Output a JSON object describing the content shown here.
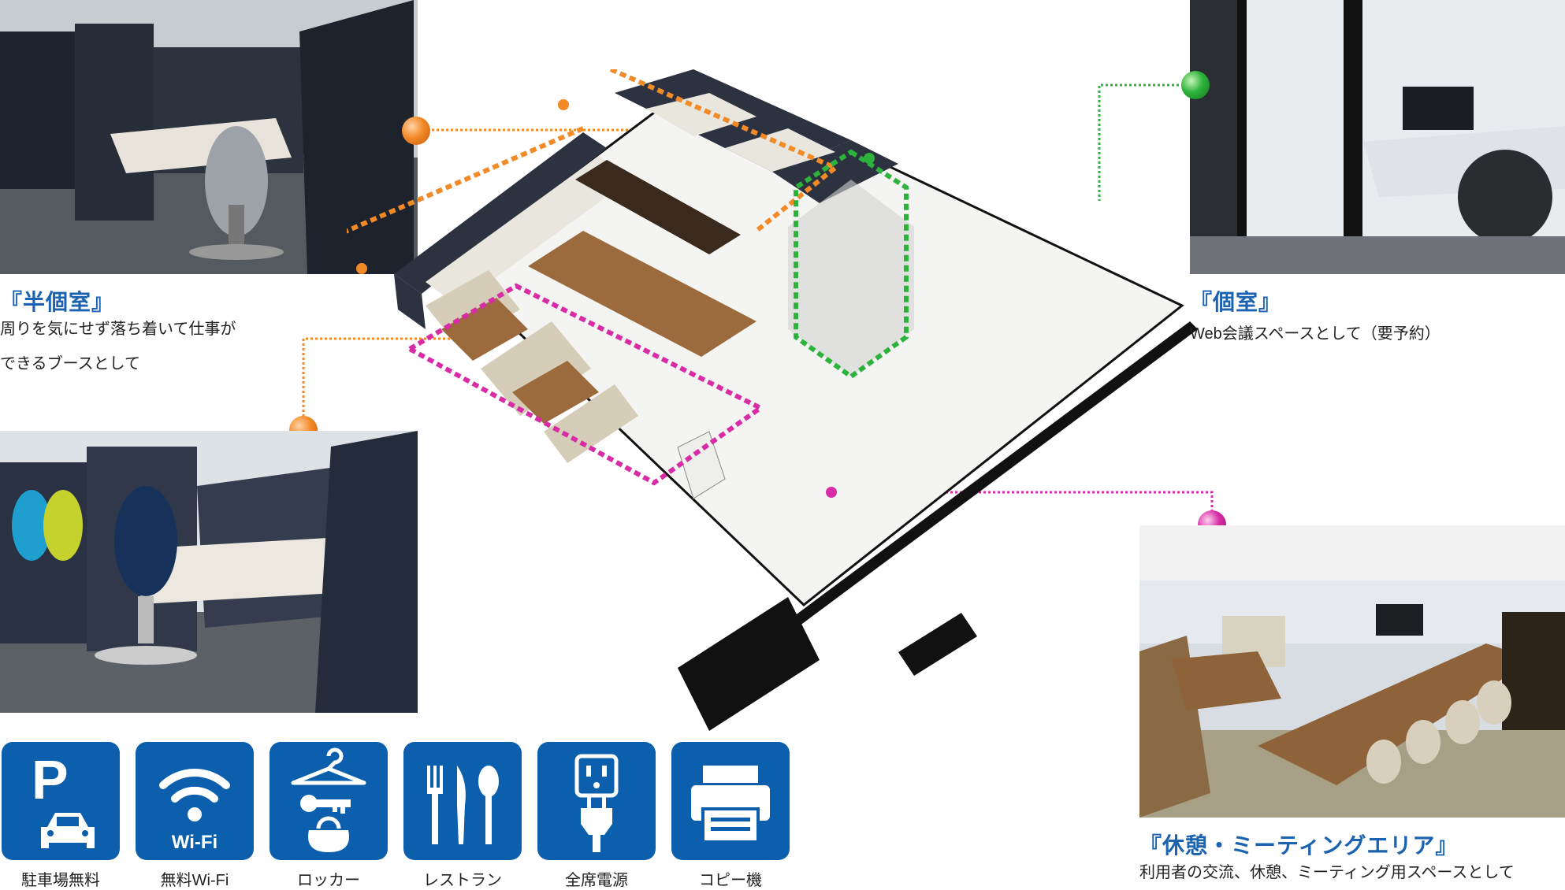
{
  "sections": {
    "semi_private": {
      "title": "『半個室』",
      "desc_line1": "周りを気にせず落ち着いて仕事が",
      "desc_line2": "できるブースとして"
    },
    "private": {
      "title": "『個室』",
      "desc": "Web会議スペースとして（要予約）"
    },
    "lounge": {
      "title": "『休憩・ミーティングエリア』",
      "desc": "利用者の交流、休憩、ミーティング用スペースとして"
    }
  },
  "amenities": [
    {
      "label": "駐車場無料",
      "icon": "parking-car-icon"
    },
    {
      "label": "無料Wi-Fi",
      "icon": "wifi-icon",
      "badge": "Wi-Fi"
    },
    {
      "label": "ロッカー",
      "icon": "locker-key-bag-icon"
    },
    {
      "label": "レストラン",
      "icon": "fork-knife-spoon-icon"
    },
    {
      "label": "全席電源",
      "icon": "power-plug-icon"
    },
    {
      "label": "コピー機",
      "icon": "printer-icon"
    }
  ],
  "colors": {
    "accent_blue": "#0b5fad",
    "title_blue": "#1b63b0",
    "semi_private_marker": "#f38a28",
    "private_marker": "#2db33b",
    "lounge_marker": "#d72ca5"
  }
}
